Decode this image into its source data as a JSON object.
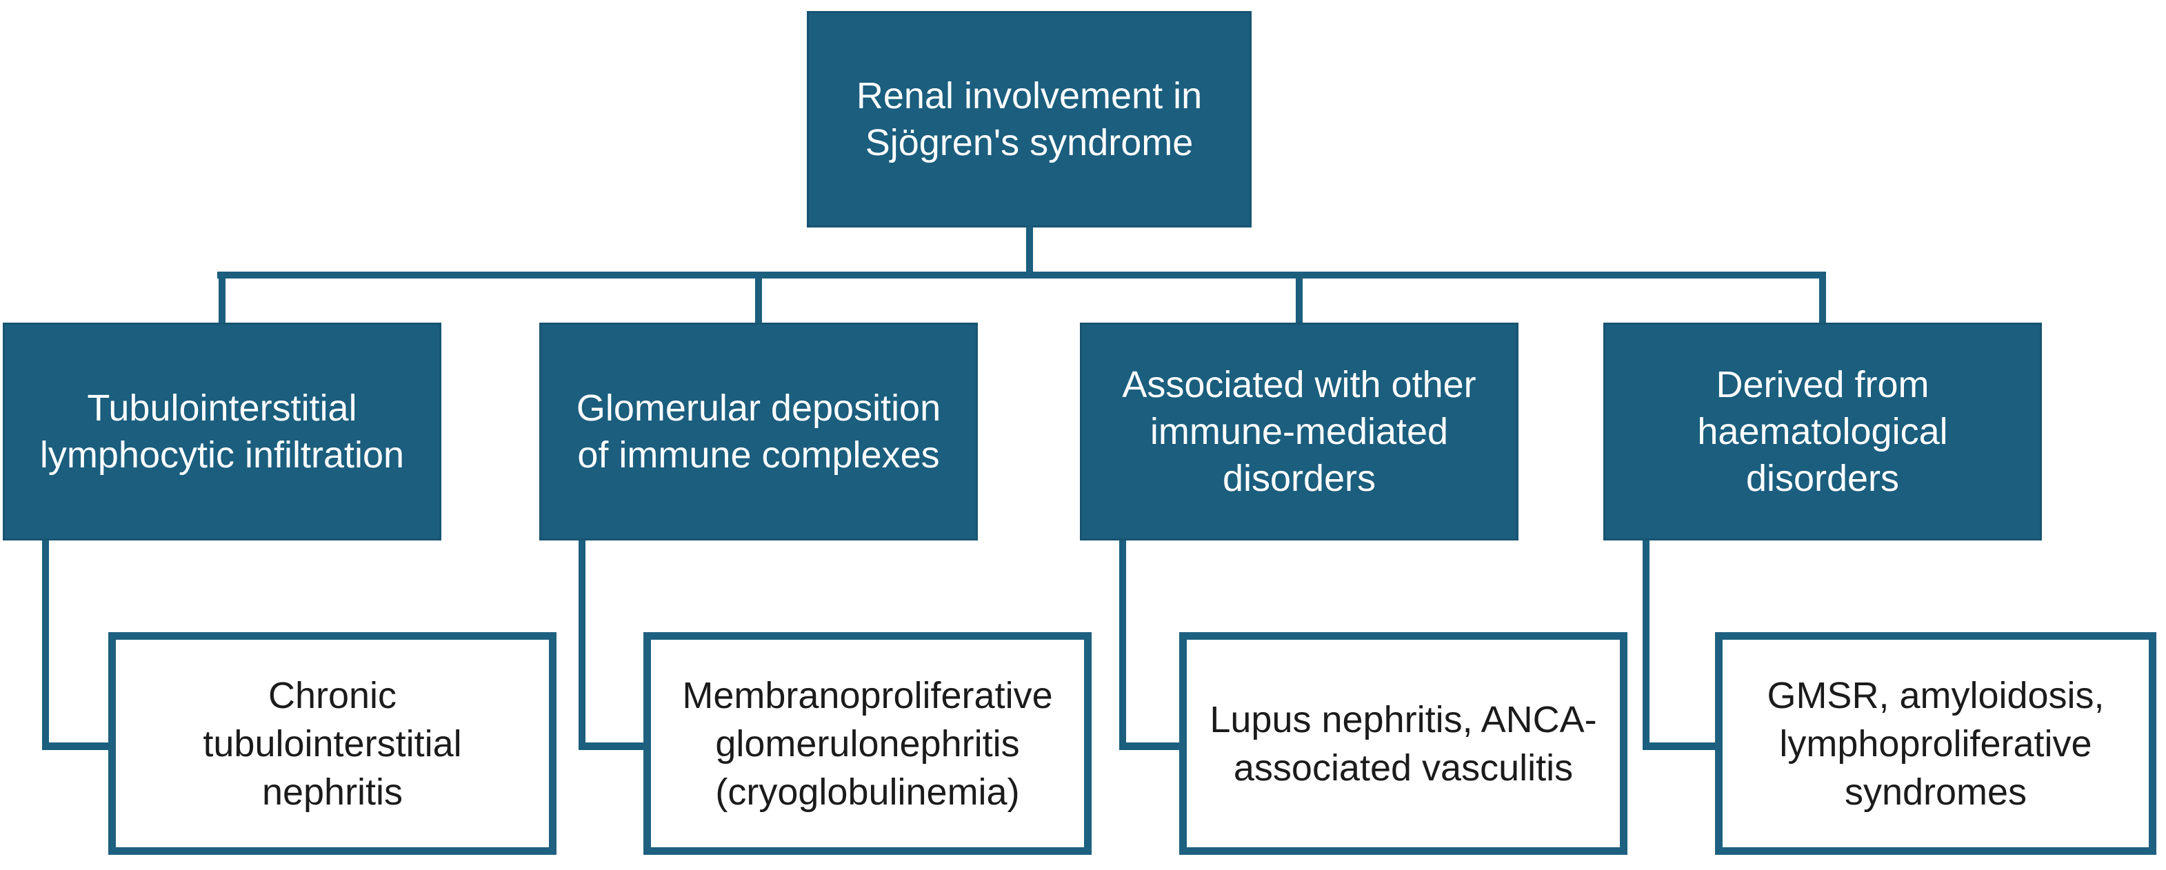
{
  "diagram": {
    "root": {
      "label": "Renal involvement in\nSjögren's syndrome"
    },
    "branches": [
      {
        "label": "Tubulointerstitial\nlymphocytic infiltration",
        "leaf": "Chronic\ntubulointerstitial\nnephritis"
      },
      {
        "label": "Glomerular deposition\nof immune complexes",
        "leaf": "Membranoproliferative\nglomerulonephritis\n(cryoglobulinemia)"
      },
      {
        "label": "Associated with other\nimmune-mediated\ndisorders",
        "leaf": "Lupus nephritis, ANCA-\nassociated vasculitis"
      },
      {
        "label": "Derived from\nhaematological\ndisorders",
        "leaf": "GMSR, amyloidosis,\nlymphoproliferative\nsyndromes"
      }
    ],
    "colors": {
      "node_fill": "#1B5E7E",
      "node_text": "#FFFFFF",
      "leaf_fill": "#FFFFFF",
      "leaf_border": "#1E6080",
      "leaf_text": "#1B1B1B",
      "connector": "#1B5E7E",
      "background": "#FFFFFF"
    }
  }
}
